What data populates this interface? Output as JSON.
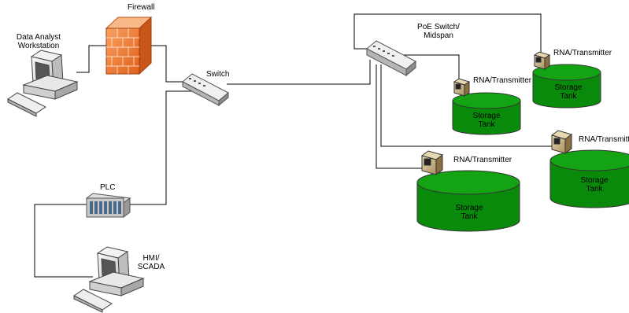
{
  "colors": {
    "tank_fill": "#0a8a0a",
    "tank_top": "#13a313",
    "firewall": "#f07a2a",
    "line": "#000000"
  },
  "labels": {
    "firewall": "Firewall",
    "workstation_line1": "Data Analyst",
    "workstation_line2": "Workstation",
    "switch": "Switch",
    "poe_line1": "PoE Switch/",
    "poe_line2": "Midspan",
    "plc": "PLC",
    "hmi_line1": "HMI/",
    "hmi_line2": "SCADA"
  },
  "tanks": [
    {
      "id": "tank-1",
      "transmitter": "RNA/Transmitter",
      "line1": "Storage",
      "line2": "Tank"
    },
    {
      "id": "tank-2",
      "transmitter": "RNA/Transmitter",
      "line1": "Storage",
      "line2": "Tank"
    },
    {
      "id": "tank-3",
      "transmitter": "RNA/Transmitter",
      "line1": "Storage",
      "line2": "Tank"
    },
    {
      "id": "tank-4",
      "transmitter": "RNA/Transmitter",
      "line1": "Storage",
      "line2": "Tank"
    }
  ],
  "icons": [
    "firewall-icon",
    "workstation-icon",
    "switch-icon",
    "poe-switch-icon",
    "plc-icon",
    "hmi-computer-icon",
    "transmitter-icon",
    "storage-tank-icon"
  ]
}
